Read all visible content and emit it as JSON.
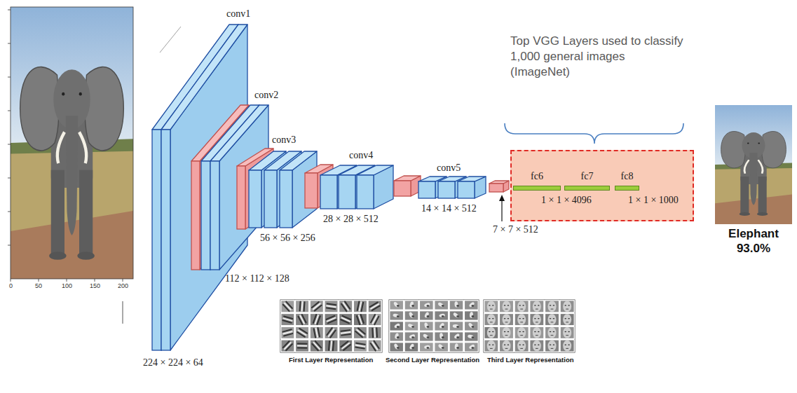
{
  "diagram": {
    "nodes": [
      {
        "text": [
          "1 × 1 × 4096",
          "1 × 1 × 1000"
        ]
      },
      {
        "text": [
          "fc6"
        ],
        "in": 0
      },
      {
        "text": [
          "fc7"
        ],
        "in": 0
      },
      {
        "text": [
          "fc8"
        ],
        "in": 0
      }
    ],
    "labels": [
      "conv1",
      "conv2",
      "conv3",
      "conv4",
      "conv5",
      "224 × 224 × 64",
      "112 × 112 × 128",
      "56 × 56 × 256",
      "28 × 28 × 512",
      "14 × 14 × 512",
      "7 × 7 × 512",
      "Top VGG Layers used to classify 1,000 general images (ImageNet)",
      "Elephant 93.0%",
      "First Layer Representation",
      "Second Layer Representation",
      "Third Layer Representation",
      "0",
      "50",
      "100",
      "150",
      "200"
    ]
  }
}
